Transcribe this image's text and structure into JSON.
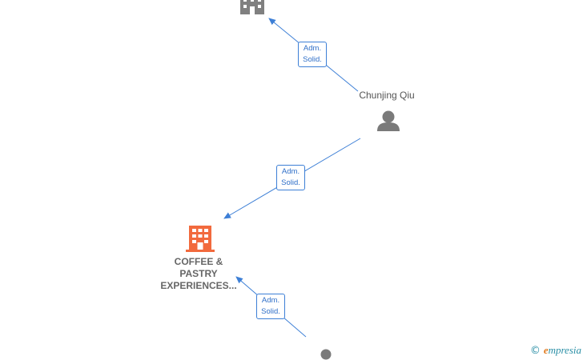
{
  "nodes": {
    "top_company": {
      "type": "company",
      "label": ""
    },
    "person_chunjing": {
      "type": "person",
      "label": "Chunjing Qiu"
    },
    "main_company": {
      "type": "company",
      "label_lines": [
        "COFFEE &",
        "PASTRY",
        "EXPERIENCES..."
      ]
    },
    "bottom_person": {
      "type": "person",
      "label": ""
    }
  },
  "edges": [
    {
      "from": "person_chunjing",
      "to": "top_company",
      "label_line1": "Adm.",
      "label_line2": "Solid."
    },
    {
      "from": "person_chunjing",
      "to": "main_company",
      "label_line1": "Adm.",
      "label_line2": "Solid."
    },
    {
      "from": "bottom_person",
      "to": "main_company",
      "label_line1": "Adm.",
      "label_line2": "Solid."
    }
  ],
  "colors": {
    "edge": "#3d7fd6",
    "company_main": "#f26a3d",
    "company_other": "#808080",
    "person": "#7a7a7a"
  },
  "watermark": {
    "symbol": "©",
    "brand_initial": "e",
    "brand_rest": "mpresia"
  }
}
